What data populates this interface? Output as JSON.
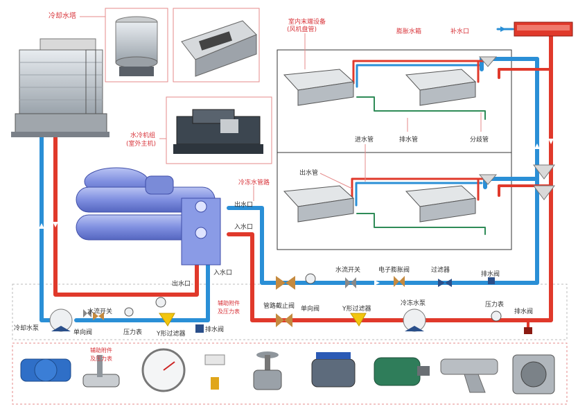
{
  "labels": {
    "cooling_tower": "冷却水塔",
    "terminal_equipment": "室内末端设备",
    "terminal_equipment_sub": "(风机盘管)",
    "expansion_tank": "膨胀水箱",
    "makeup_water": "补水口",
    "water_chiller": "水冷机组",
    "water_chiller_sub": "(室外主机)",
    "supply_pipe": "进水管",
    "drain_pipe": "排水管",
    "divider_pipe": "分歧管",
    "outlet_pipe": "出水管",
    "chilled_water_pipe": "冷冻水管路",
    "outlet_top": "出水口",
    "inlet_top": "入水口",
    "outlet_bottom": "出水口",
    "inlet_bottom": "入水口",
    "flow_switch_right": "水流开关",
    "electronic_expansion_valve": "电子膨胀阀",
    "filter": "过滤器",
    "drain_valve_top": "排水阀",
    "drain_valve_bottom": "排水阀",
    "drain_valve_left": "排水阀",
    "pipe_shutoff_valve": "管路截止阀",
    "check_valve_right": "单向阀",
    "y_strainer_right": "Y形过滤器",
    "chilled_water_pump": "冷冻水泵",
    "pressure_gauge_right": "压力表",
    "flow_switch_left": "水流开关",
    "check_valve_left": "单向阀",
    "pressure_gauge_left": "压力表",
    "y_strainer_left": "Y形过滤器",
    "cooling_water_pump": "冷却水泵",
    "auxiliary_note_top": "辅助附件",
    "auxiliary_note_top2": "及压力表",
    "auxiliary_note_bottom": "辅助附件",
    "auxiliary_note_bottom2": "及压力表"
  },
  "colors": {
    "hot_pipe": "#e0392b",
    "cold_pipe": "#2a8fd6",
    "drain_pipe": "#2e8b57",
    "label_red": "#d8343a",
    "label_dark": "#222222",
    "tank": "#e0392b"
  },
  "icons": [
    "cooling-tower-icon",
    "fan-coil-icon",
    "chiller-unit-icon",
    "compressor-icon",
    "pump-icon",
    "valve-icon",
    "y-strainer-icon",
    "gauge-icon",
    "motor-icon",
    "check-valve-icon",
    "flow-switch-icon",
    "tee-strainer-icon"
  ]
}
